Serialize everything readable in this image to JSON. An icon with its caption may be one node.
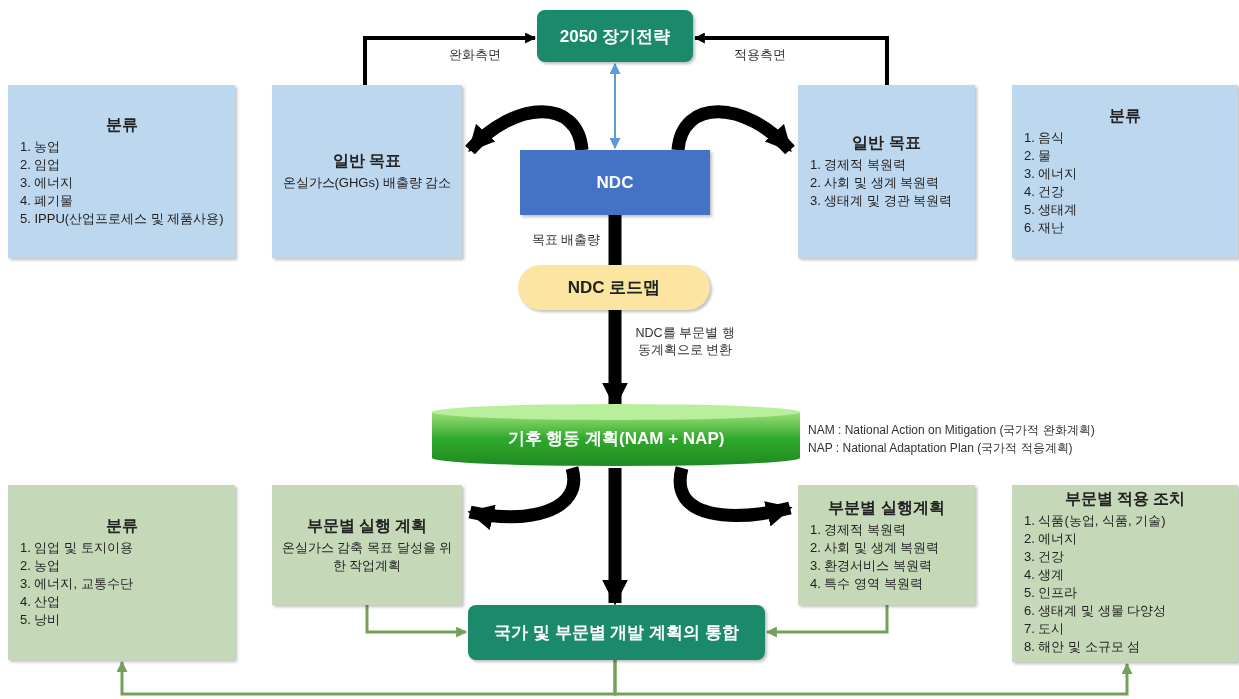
{
  "diagram": {
    "nodes": [
      {
        "text": [
          "2050 장기전략"
        ]
      },
      {
        "text": [
          "분류",
          "1. 농업",
          "2. 임업",
          "3. 에너지",
          "4. 폐기물",
          "5. IPPU(산업프로세스 및 제품사용)"
        ]
      },
      {
        "text": [
          "일반 목표",
          "온실가스(GHGs) 배출량 감소"
        ]
      },
      {
        "text": [
          "NDC"
        ]
      },
      {
        "text": [
          "일반 목표",
          "1. 경제적 복원력",
          "2. 사회 및 생계 복원력",
          "3. 생태계 및 경관 복원력"
        ]
      },
      {
        "text": [
          "분류",
          "1. 음식",
          "2. 물",
          "3. 에너지",
          "4. 건강",
          "5. 생태계",
          "6. 재난"
        ]
      },
      {
        "text": [
          "NDC 로드맵"
        ]
      },
      {
        "text": [
          "기후 행동 계획(NAM + NAP)"
        ],
        "beside": [
          "NAM : National Action on Mitigation (국가적 완화계획)",
          "NAP : National Adaptation Plan (국가적 적응계획)"
        ]
      },
      {
        "text": [
          "분류",
          "1. 임업 및 토지이용",
          "2. 농업",
          "3. 에너지, 교통수단",
          "4. 산업",
          "5. 낭비"
        ]
      },
      {
        "text": [
          "부문별 실행 계획",
          "온실가스 감축 목표 달성을 위한 작업계획"
        ]
      },
      {
        "text": [
          "부분별 실행계획",
          "1. 경제적 복원력",
          "2. 사회 및 생계 복원력",
          "3. 환경서비스 복원력",
          "4. 특수 영역 복원력"
        ]
      },
      {
        "text": [
          "부문별 적용 조치",
          "1. 식품(농업, 식품, 기술)",
          "2. 에너지",
          "3. 건강",
          "4. 생계",
          "5. 인프라",
          "6. 생태계 및 생물 다양성",
          "7. 도시",
          "8. 해안 및 소규모 섬"
        ]
      },
      {
        "text": [
          "국가 및 부문별 개발 계획의 통합"
        ]
      }
    ],
    "edges": [
      {
        "from": 2,
        "to": 0,
        "arrow": "to",
        "label": "완화측면"
      },
      {
        "from": 4,
        "to": 0,
        "arrow": "to",
        "label": "적용측면"
      },
      {
        "from": 3,
        "to": 0,
        "arrow": "both",
        "color": "#5b9bd5"
      },
      {
        "from": 3,
        "to": 2,
        "arrow": "to",
        "style": "thick"
      },
      {
        "from": 3,
        "to": 4,
        "arrow": "to",
        "style": "thick"
      },
      {
        "from": 3,
        "to": 6,
        "arrow": "none",
        "style": "thick",
        "label": "목표 배출량"
      },
      {
        "from": 6,
        "to": 7,
        "arrow": "to",
        "style": "thick",
        "label": "NDC를 부문별 행동계획으로 변환"
      },
      {
        "from": 7,
        "to": 9,
        "arrow": "to",
        "style": "thick"
      },
      {
        "from": 7,
        "to": 10,
        "arrow": "to",
        "style": "thick"
      },
      {
        "from": 7,
        "to": 12,
        "arrow": "to",
        "style": "thick"
      },
      {
        "from": 9,
        "to": 12,
        "arrow": "to",
        "color": "#76a05a"
      },
      {
        "from": 10,
        "to": 12,
        "arrow": "to",
        "color": "#76a05a"
      },
      {
        "from": 12,
        "to": 8,
        "arrow": "to",
        "color": "#76a05a"
      },
      {
        "from": 12,
        "to": 11,
        "arrow": "to",
        "color": "#76a05a"
      }
    ]
  }
}
